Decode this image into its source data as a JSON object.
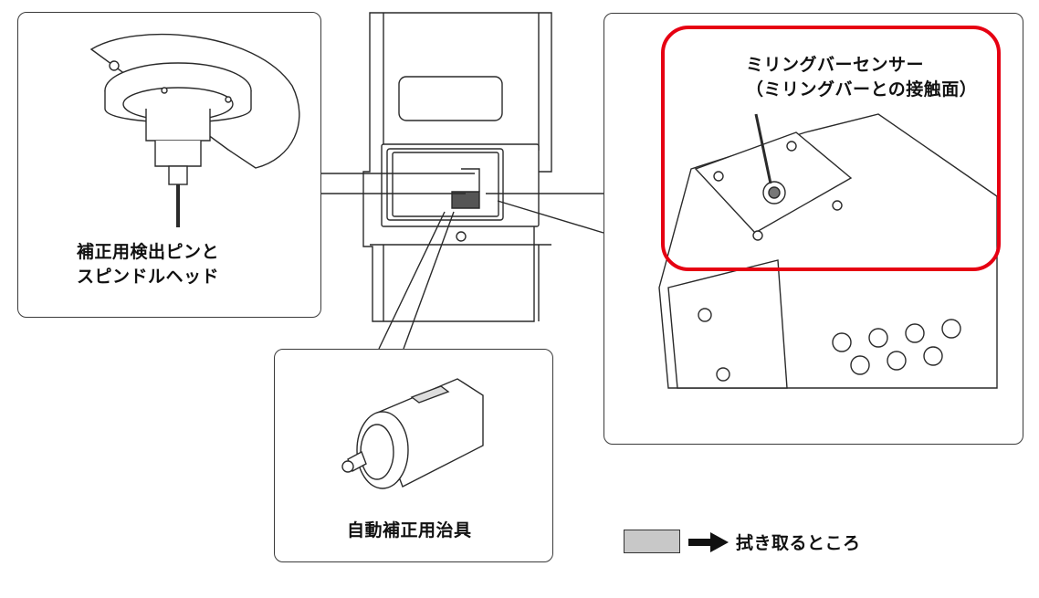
{
  "callouts": {
    "spindle": {
      "line1": "補正用検出ピンと",
      "line2": "スピンドルヘッド"
    },
    "jig": {
      "label": "自動補正用治具"
    },
    "sensor": {
      "line1": "ミリングバーセンサー",
      "line2": "（ミリングバーとの接触面）"
    }
  },
  "legend": {
    "text": "拭き取るところ",
    "swatch_color": "#c8c8c8"
  },
  "colors": {
    "highlight": "#e60012",
    "line": "#2a2a2a",
    "gray_area": "#c8c8c8"
  },
  "icons": [
    "arrow-right-icon"
  ]
}
